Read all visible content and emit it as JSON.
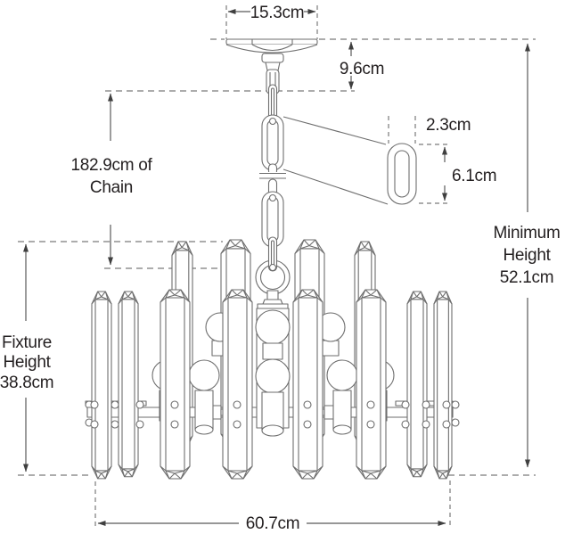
{
  "diagram": {
    "labels": {
      "canopy_width": "15.3cm",
      "canopy_height": "9.6cm",
      "chain_line1": "182.9cm of",
      "chain_line2": "Chain",
      "link_width": "2.3cm",
      "link_height": "6.1cm",
      "min_height_line1": "Minimum",
      "min_height_line2": "Height",
      "min_height_line3": "52.1cm",
      "fixture_height_line1": "Fixture",
      "fixture_height_line2": "Height",
      "fixture_height_line3": "38.8cm",
      "fixture_width": "60.7cm"
    },
    "colors": {
      "line": "#6e6e6e",
      "dimension": "#595959",
      "text": "#231f20",
      "background": "#ffffff"
    }
  }
}
